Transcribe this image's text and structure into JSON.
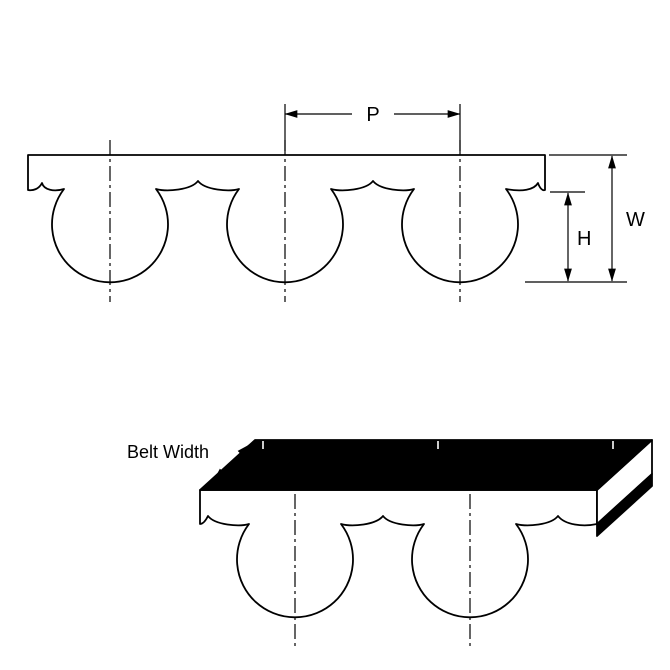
{
  "diagram": {
    "labels": {
      "pitch": "P",
      "overall_thickness": "W",
      "tooth_height": "H",
      "belt_width": "Belt Width"
    },
    "colors": {
      "ink": "#000000",
      "background": "#ffffff",
      "belt_fill": "#ffffff",
      "top_face_fill": "#000000"
    }
  }
}
